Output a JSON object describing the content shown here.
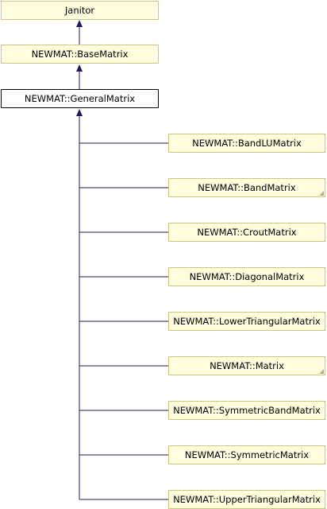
{
  "colors": {
    "node_fill": "#ffffe0",
    "node_border": "#d2c67c",
    "current_fill": "#ffffff",
    "current_border": "#000000",
    "edge": "#191970"
  },
  "nodes": {
    "janitor": "Janitor",
    "base_matrix": "NEWMAT::BaseMatrix",
    "general_matrix": "NEWMAT::GeneralMatrix"
  },
  "children": [
    {
      "label": "NEWMAT::BandLUMatrix",
      "truncated": false
    },
    {
      "label": "NEWMAT::BandMatrix",
      "truncated": true
    },
    {
      "label": "NEWMAT::CroutMatrix",
      "truncated": false
    },
    {
      "label": "NEWMAT::DiagonalMatrix",
      "truncated": false
    },
    {
      "label": "NEWMAT::LowerTriangularMatrix",
      "truncated": false
    },
    {
      "label": "NEWMAT::Matrix",
      "truncated": true
    },
    {
      "label": "NEWMAT::SymmetricBandMatrix",
      "truncated": false
    },
    {
      "label": "NEWMAT::SymmetricMatrix",
      "truncated": false
    },
    {
      "label": "NEWMAT::UpperTriangularMatrix",
      "truncated": false
    }
  ]
}
